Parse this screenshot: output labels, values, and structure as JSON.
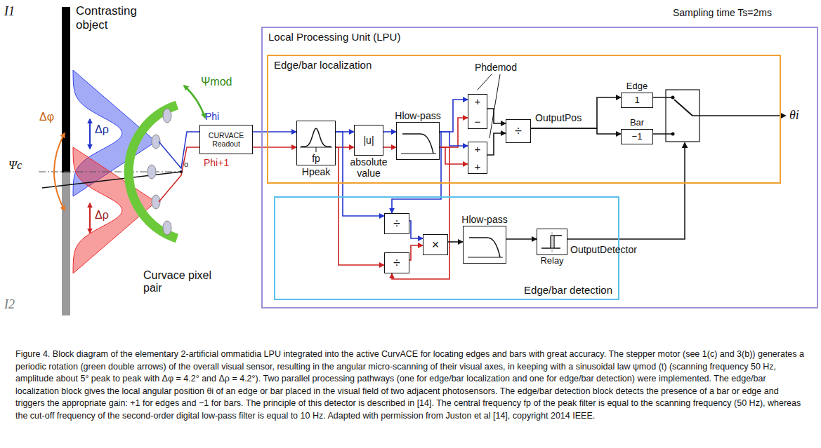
{
  "diagram": {
    "caption": "Figure 4. Block diagram of the elementary 2-artificial ommatidia LPU integrated into the active CurvACE for locating edges and bars with great accuracy. The stepper motor (see 1(c) and 3(b)) generates a periodic rotation (green double arrows) of the overall visual sensor, resulting in the angular micro-scanning of their visual axes, in keeping with a sinusoidal law ψmod (t) (scanning frequency 50 Hz, amplitude about 5° peak to peak with Δφ = 4.2° and Δρ = 4.2°). Two parallel processing pathways (one for edge/bar localization and one for edge/bar detection) were implemented. The edge/bar localization block gives the local angular position θi of an edge or bar placed in the visual field of two adjacent photosensors. The edge/bar detection block detects the presence of a bar or edge and triggers the appropriate gain: +1 for edges and −1 for bars. The principle of this detector is described in [14]. The central frequency fp of the peak filter is equal to the scanning frequency (50 Hz), whereas the cut-off frequency of the second-order digital low-pass filter is equal to 10 Hz. Adapted with permission from Juston et al [14], copyright 2014 IEEE.",
    "nodes": [
      {
        "text": [
          "Local Processing Unit (LPU)"
        ]
      },
      {
        "text": [
          "Edge/bar localization"
        ],
        "in": 0
      },
      {
        "text": [
          "Edge/bar detection"
        ],
        "in": 0
      },
      {
        "text": [
          "CURVACE Readout"
        ]
      },
      {
        "text": [
          "Hpeak",
          "fp"
        ],
        "in": 1
      },
      {
        "text": [
          "|u|",
          "absolute value"
        ],
        "in": 1
      },
      {
        "text": [
          "Hlow-pass"
        ],
        "in": 1
      },
      {
        "text": [
          "+",
          "−"
        ],
        "in": 1
      },
      {
        "text": [
          "+",
          "+"
        ],
        "in": 1
      },
      {
        "text": [
          "÷"
        ],
        "in": 1
      },
      {
        "text": [
          "1",
          "Edge"
        ],
        "in": 1
      },
      {
        "text": [
          "−1",
          "Bar"
        ],
        "in": 1
      },
      {
        "text": [
          "÷"
        ],
        "in": 2
      },
      {
        "text": [
          "÷"
        ],
        "in": 2
      },
      {
        "text": [
          "×"
        ],
        "in": 2
      },
      {
        "text": [
          "Hlow-pass"
        ],
        "in": 2
      },
      {
        "text": [
          "Relay"
        ],
        "in": 2
      }
    ],
    "edges": [
      {
        "from": 3,
        "to": 4,
        "arrow": "to"
      },
      {
        "from": 4,
        "to": 5,
        "arrow": "to"
      },
      {
        "from": 5,
        "to": 6,
        "arrow": "to"
      },
      {
        "from": 6,
        "to": 7,
        "arrow": "to"
      },
      {
        "from": 6,
        "to": 8,
        "arrow": "to"
      },
      {
        "from": 7,
        "to": 9,
        "arrow": "to"
      },
      {
        "from": 8,
        "to": 9,
        "arrow": "to"
      },
      {
        "from": 9,
        "to": 10,
        "arrow": "to"
      },
      {
        "from": 9,
        "to": 11,
        "arrow": "to"
      },
      {
        "from": 4,
        "to": 12,
        "arrow": "to"
      },
      {
        "from": 4,
        "to": 13,
        "arrow": "to"
      },
      {
        "from": 6,
        "to": 12,
        "arrow": "to"
      },
      {
        "from": 6,
        "to": 13,
        "arrow": "to"
      },
      {
        "from": 12,
        "to": 14,
        "arrow": "to"
      },
      {
        "from": 13,
        "to": 14,
        "arrow": "to"
      },
      {
        "from": 14,
        "to": 15,
        "arrow": "to"
      },
      {
        "from": 15,
        "to": 16,
        "arrow": "to"
      }
    ],
    "labels": [
      "I1",
      "Contrasting object",
      "Ψc",
      "Δφ",
      "Δρ",
      "Δρ",
      "Ψmod",
      "o",
      "Curvace pixel pair",
      "I2",
      "Phi",
      "Phi+1",
      "Sampling time Ts=2ms",
      "Phdemod",
      "OutputPos",
      "OutputDetector",
      "θi"
    ]
  }
}
